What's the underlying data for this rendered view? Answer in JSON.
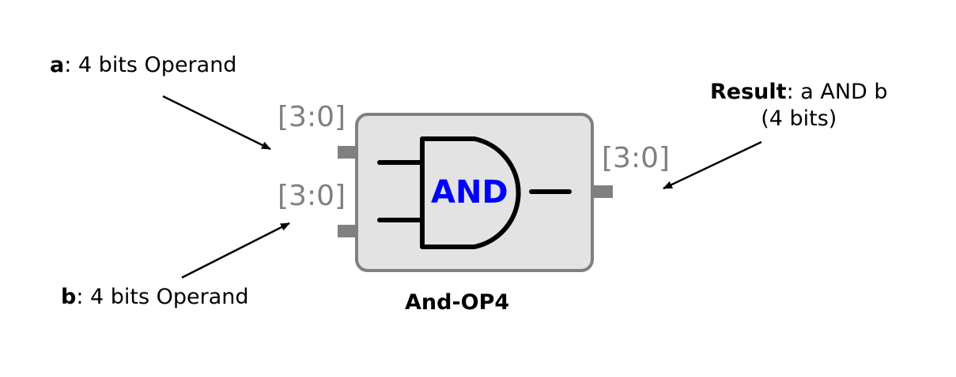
{
  "input_a": {
    "name": "a",
    "description": ": 4 bits  Operand",
    "bus": "[3:0]"
  },
  "input_b": {
    "name": "b",
    "description": ": 4 bits  Operand",
    "bus": "[3:0]"
  },
  "output": {
    "name": "Result",
    "description": ": a AND b",
    "description_line2": "(4 bits)",
    "bus": "[3:0]"
  },
  "gate": {
    "label": "AND",
    "label_color": "#0000ff"
  },
  "component": {
    "name": "And-OP4",
    "box_fill": "#e3e3e3",
    "box_stroke": "#808080"
  }
}
